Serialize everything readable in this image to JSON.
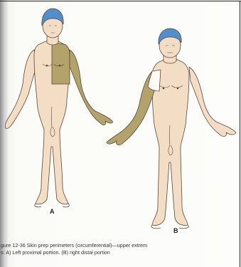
{
  "figure": {
    "panel_a_label": "A",
    "panel_b_label": "B",
    "caption_line_1": "gure 12-36  Skin prep perimeters (circumferential)—upper extrem",
    "caption_line_2": "s: A) Left proximal portion. (B) right distal portion"
  },
  "colors": {
    "skin": "#f3ddc4",
    "outline": "#5a4a3a",
    "prep_shade": "#b3a26a",
    "cap": "#4f8fcb",
    "face_tan": "#e8cdb0"
  }
}
